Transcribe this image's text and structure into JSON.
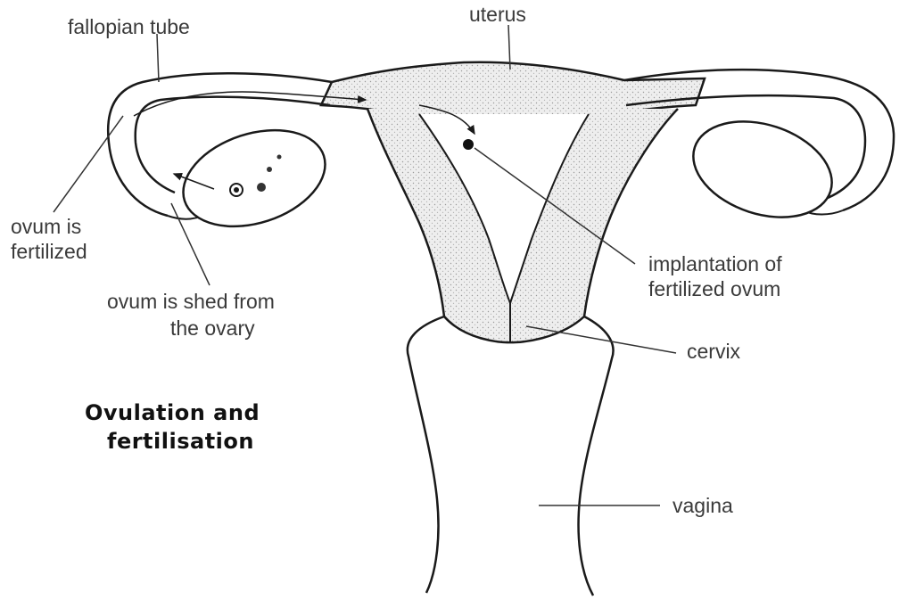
{
  "diagram": {
    "title_line1": "Ovulation and",
    "title_line2": "fertilisation",
    "labels": {
      "uterus": "uterus",
      "fallopian_tube": "fallopian tube",
      "ovum_fertilized_line1": "ovum is",
      "ovum_fertilized_line2": "fertilized",
      "ovum_shed_line1": "ovum is shed from",
      "ovum_shed_line2": "the ovary",
      "implantation_line1": "implantation of",
      "implantation_line2": "fertilized ovum",
      "cervix": "cervix",
      "vagina": "vagina"
    },
    "colors": {
      "outline": "#1a1a1a",
      "stipple_fill": "#e6e6e6",
      "label_text": "#3a3a3a",
      "background": "#ffffff"
    }
  }
}
